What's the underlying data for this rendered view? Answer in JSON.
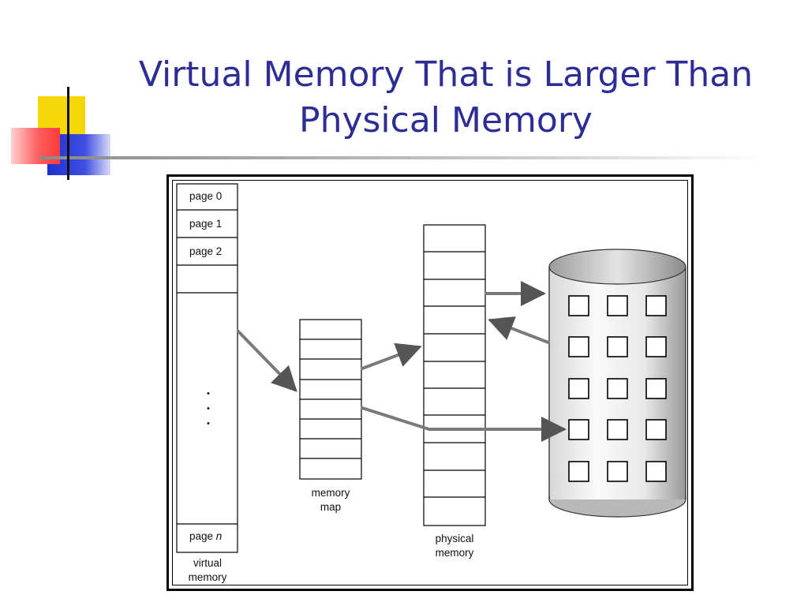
{
  "slide": {
    "title_line1": "Virtual Memory That is Larger Than",
    "title_line2": "Physical Memory"
  },
  "diagram": {
    "virtual_memory": {
      "pages": [
        "page 0",
        "page 1",
        "page 2"
      ],
      "last_page_prefix": "page ",
      "last_page_var": "n",
      "ellipsis": [
        "•",
        "•",
        "•"
      ],
      "caption_line1": "virtual",
      "caption_line2": "memory"
    },
    "memory_map": {
      "caption_line1": "memory",
      "caption_line2": "map"
    },
    "physical_memory": {
      "caption_line1": "physical",
      "caption_line2": "memory"
    }
  },
  "colors": {
    "title": "#2d2d96",
    "logo_yellow": "#f5d80a",
    "logo_red": "#ff5a5a",
    "logo_blue": "#2a3ad0"
  }
}
